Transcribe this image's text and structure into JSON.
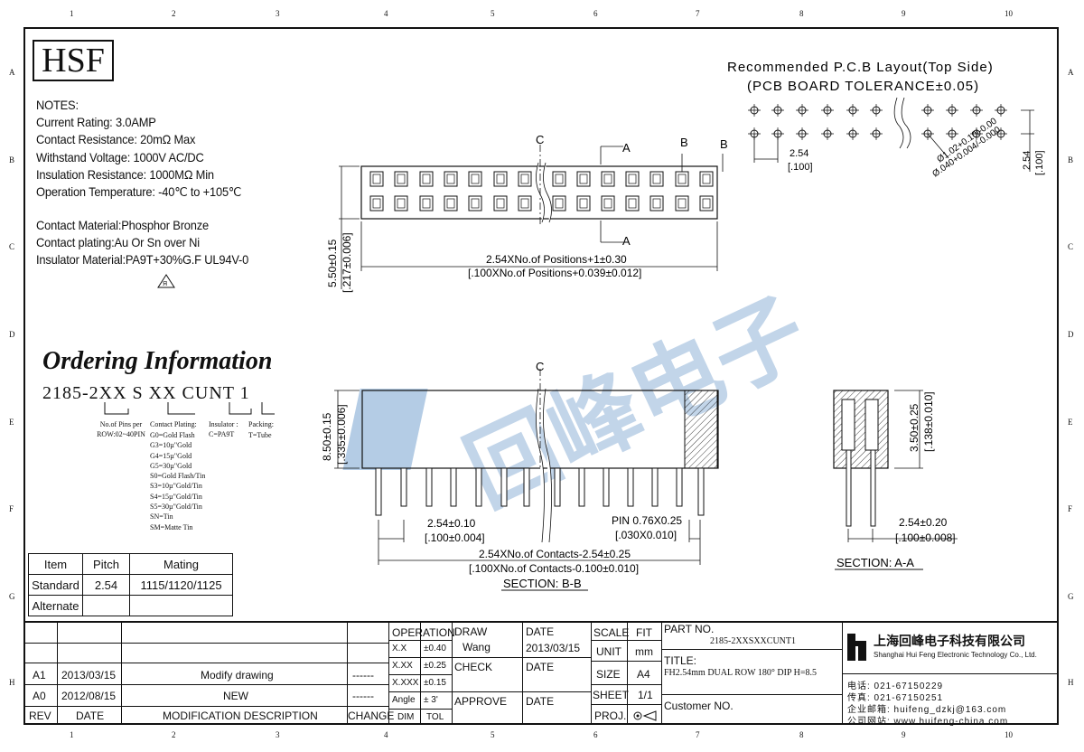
{
  "zones": {
    "columns": [
      "1",
      "2",
      "3",
      "4",
      "5",
      "6",
      "7",
      "8",
      "9",
      "10"
    ],
    "rows": [
      "A",
      "B",
      "C",
      "D",
      "E",
      "F",
      "G",
      "H"
    ]
  },
  "logo": "HSF",
  "notes": {
    "heading": "NOTES:",
    "lines": [
      "Current Rating: 3.0AMP",
      "Contact Resistance: 20mΩ Max",
      "Withstand Voltage: 1000V AC/DC",
      "Insulation Resistance: 1000MΩ Min",
      "Operation Temperature: -40℃ to +105℃"
    ]
  },
  "materials": [
    "Contact Material:Phosphor Bronze",
    "Contact plating:Au Or Sn over Ni",
    "Insulator Material:PA9T+30%G.F UL94V-0"
  ],
  "ordering": {
    "title": "Ordering Information",
    "code": "2185-2XX S XX CUNT 1",
    "pins_label": "No.of Pins per ROW:02~40PIN",
    "plating_label": "Contact Plating:",
    "plating_options": [
      "G0=Gold Flash",
      "G3=10µ\"Gold",
      "G4=15µ\"Gold",
      "G5=30µ\"Gold",
      "S0=Gold Flash/Tin",
      "S3=10µ\"Gold/Tin",
      "S4=15µ\"Gold/Tin",
      "S5=30µ\"Gold/Tin",
      "SN=Tin",
      "SM=Matte Tin"
    ],
    "insulator_label": "Insulator :",
    "insulator_value": "C=PA9T",
    "packing_label": "Packing:",
    "packing_value": "T=Tube"
  },
  "mating_table": {
    "headers": [
      "Item",
      "Pitch",
      "Mating"
    ],
    "rows": [
      [
        "Standard",
        "2.54",
        "1115/1120/1125"
      ],
      [
        "Alternate",
        "",
        ""
      ]
    ]
  },
  "pcb_layout": {
    "title": "Recommended P.C.B Layout(Top Side)",
    "subtitle": "(PCB BOARD TOLERANCE±0.05)",
    "pitch": "2.54",
    "pitch_in": "[.100]",
    "pitch_v": "2.54",
    "pitch_v_in": "[.100]",
    "hole": "Ø1.02+0.10/-0.00",
    "hole_in": "Ø.040+0.004/-0.000"
  },
  "top_view": {
    "label_c": "C",
    "label_a_top": "A",
    "label_a_bottom": "A",
    "label_b1": "B",
    "label_b2": "B",
    "dim_height": "5.50±0.15",
    "dim_height_in": "[.217±0.006]",
    "dim_length": "2.54XNo.of Positions+1±0.30",
    "dim_length_in": "[.100XNo.of Positions+0.039±0.012]"
  },
  "section_bb": {
    "label_c": "C",
    "dim_height": "8.50±0.15",
    "dim_height_in": "[.335±0.006]",
    "dim_pitch": "2.54±0.10",
    "dim_pitch_in": "[.100±0.004]",
    "dim_pin": "PIN 0.76X0.25",
    "dim_pin_in": "[.030X0.010]",
    "dim_length": "2.54XNo.of Contacts-2.54±0.25",
    "dim_length_in": "[.100XNo.of Contacts-0.100±0.010]",
    "label": "SECTION: B-B"
  },
  "section_aa": {
    "dim_height": "3.50±0.25",
    "dim_height_in": "[.138±0.010]",
    "dim_pitch": "2.54±0.20",
    "dim_pitch_in": "[.100±0.008]",
    "label": "SECTION: A-A"
  },
  "watermark": "回峰电子",
  "title_block": {
    "revisions": [
      {
        "rev": "A1",
        "date": "2013/03/15",
        "desc": "Modify drawing",
        "change": "------"
      },
      {
        "rev": "A0",
        "date": "2012/08/15",
        "desc": "NEW",
        "change": "------"
      }
    ],
    "rev_header": "REV",
    "date_header": "DATE",
    "desc_header": "MODIFICATION DESCRIPTION",
    "change_header": "CHANGE",
    "operation": "OPERATION",
    "tol_rows": [
      [
        "X.X",
        "±0.40"
      ],
      [
        "X.XX",
        "±0.25"
      ],
      [
        "X.XXX",
        "±0.15"
      ],
      [
        "Angle",
        "± 3'"
      ]
    ],
    "dim": "DIM",
    "tol": "TOL",
    "draw": "DRAW",
    "draw_name": "Wang",
    "check": "CHECK",
    "approve": "APPROVE",
    "date": "DATE",
    "draw_date": "2013/03/15",
    "scale": "SCALE",
    "fit": "FIT",
    "unit": "UNIT",
    "unit_value": "mm",
    "size": "SIZE",
    "size_value": "A4",
    "sheet": "SHEET",
    "sheet_value": "1/1",
    "proj": "PROJ.",
    "part_no_label": "PART NO.",
    "part_no": "2185-2XXSXXCUNT1",
    "title_label": "TITLE:",
    "title": "FH2.54mm DUAL ROW 180° DIP H=8.5",
    "customer": "Customer NO.",
    "company_cn": "上海回峰电子科技有限公司",
    "company_en": "Shanghai Hui Feng Electronic Technology Co., Ltd.",
    "tel": "电话: 021-67150229",
    "fax": "传真: 021-67150251",
    "email": "企业邮箱: huifeng_dzkj@163.com",
    "web": "公司网站: www.huifeng-china.com"
  }
}
